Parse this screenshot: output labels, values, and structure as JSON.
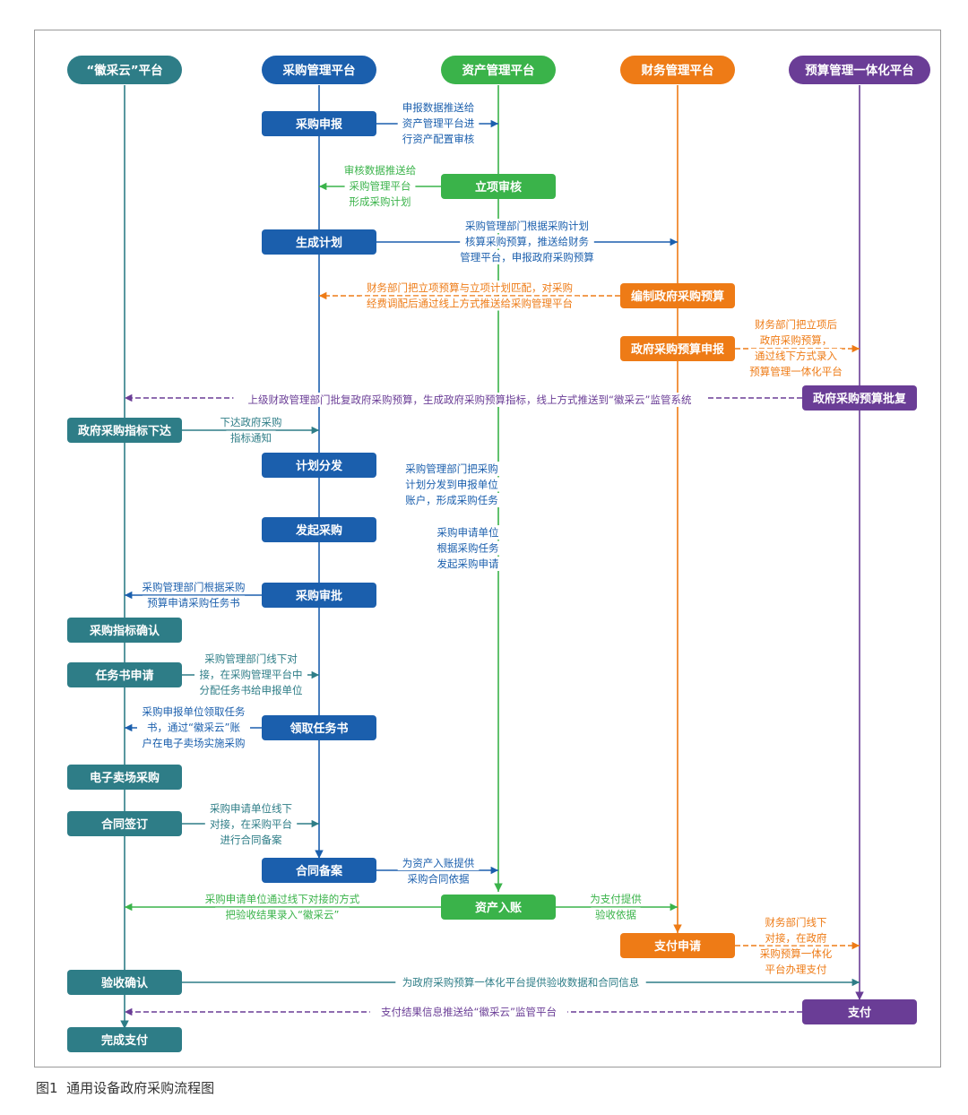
{
  "colors": {
    "hui": "#2e7d87",
    "proc": "#1b5fad",
    "asset": "#3ab34a",
    "fin": "#ee7b16",
    "budget": "#6a3d96"
  },
  "lanes": {
    "hui": "“徽采云”平台",
    "proc": "采购管理平台",
    "asset": "资产管理平台",
    "fin": "财务管理平台",
    "budget": "预算管理一体化平台"
  },
  "nodes": {
    "proc_apply": "采购申报",
    "approve": "立项审核",
    "plan": "生成计划",
    "fin_budget": "编制政府采购预算",
    "fin_report": "政府采购预算申报",
    "budget_reply": "政府采购预算批复",
    "indicator": "政府采购指标下达",
    "distribute": "计划分发",
    "initiate": "发起采购",
    "review": "采购审批",
    "confirm_ind": "采购指标确认",
    "task_apply": "任务书申请",
    "get_task": "领取任务书",
    "emall": "电子卖场采购",
    "contract_sign": "合同签订",
    "contract_file": "合同备案",
    "asset_in": "资产入账",
    "pay_apply": "支付申请",
    "accept": "验收确认",
    "pay": "支付",
    "done": "完成支付"
  },
  "labels": {
    "l1": [
      "申报数据推送给",
      "资产管理平台进",
      "行资产配置审核"
    ],
    "l2": [
      "审核数据推送给",
      "采购管理平台",
      "形成采购计划"
    ],
    "l3": [
      "采购管理部门根据采购计划",
      "核算采购预算，推送给财务",
      "管理平台，申报政府采购预算"
    ],
    "l4": [
      "财务部门把立项预算与立项计划匹配，对采购",
      "经费调配后通过线上方式推送给采购管理平台"
    ],
    "l5": [
      "财务部门把立项后",
      "政府采购预算，",
      "通过线下方式录入",
      "预算管理一体化平台"
    ],
    "l6": "上级财政管理部门批复政府采购预算，生成政府采购预算指标，线上方式推送到“徽采云”监管系统",
    "l7": [
      "下达政府采购",
      "指标通知"
    ],
    "l8": [
      "采购管理部门把采购",
      "计划分发到申报单位",
      "账户，形成采购任务"
    ],
    "l9": [
      "采购申请单位",
      "根据采购任务",
      "发起采购申请"
    ],
    "l10": [
      "采购管理部门根据采购",
      "预算申请采购任务书"
    ],
    "l11": [
      "采购管理部门线下对",
      "接，在采购管理平台中",
      "分配任务书给申报单位"
    ],
    "l12": [
      "采购申报单位领取任务",
      "书，通过“徽采云”账",
      "户在电子卖场实施采购"
    ],
    "l13": [
      "采购申请单位线下",
      "对接，在采购平台",
      "进行合同备案"
    ],
    "l14": [
      "为资产入账提供",
      "采购合同依据"
    ],
    "l15": [
      "采购申请单位通过线下对接的方式",
      "把验收结果录入“徽采云”"
    ],
    "l16": [
      "为支付提供",
      "验收依据"
    ],
    "l17": [
      "财务部门线下",
      "对接，在政府",
      "采购预算一体化",
      "平台办理支付"
    ],
    "l18": "为政府采购预算一体化平台提供验收数据和合同信息",
    "l19": "支付结果信息推送给“徽采云”监管平台"
  },
  "caption": "图1  通用设备政府采购流程图"
}
